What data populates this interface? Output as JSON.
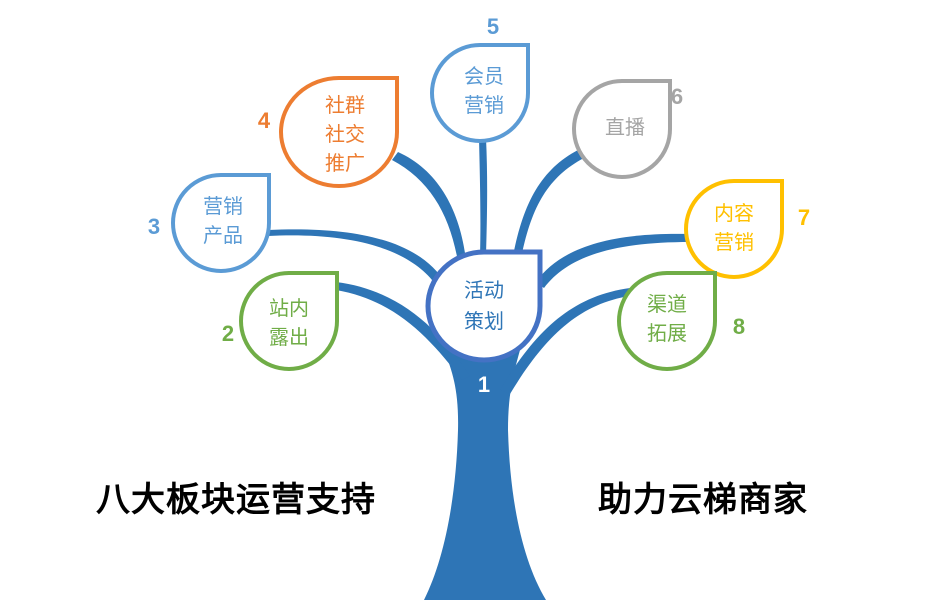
{
  "slogans": {
    "left": "八大板块运营支持",
    "right": "助力云梯商家"
  },
  "center": {
    "number": "1",
    "lines": [
      "活动",
      "策划"
    ],
    "color": "#4472C4"
  },
  "trunk_color": "#2E75B6",
  "leaves": [
    {
      "number": "2",
      "lines": [
        "站内",
        "露出"
      ],
      "color": "#70AD47"
    },
    {
      "number": "3",
      "lines": [
        "营销",
        "产品"
      ],
      "color": "#5B9BD5"
    },
    {
      "number": "4",
      "lines": [
        "社群",
        "社交",
        "推广"
      ],
      "color": "#ED7D31"
    },
    {
      "number": "5",
      "lines": [
        "会员",
        "营销"
      ],
      "color": "#5B9BD5"
    },
    {
      "number": "6",
      "lines": [
        "直播"
      ],
      "color": "#A5A5A5"
    },
    {
      "number": "7",
      "lines": [
        "内容",
        "营销"
      ],
      "color": "#FFC000"
    },
    {
      "number": "8",
      "lines": [
        "渠道",
        "拓展"
      ],
      "color": "#70AD47"
    }
  ]
}
